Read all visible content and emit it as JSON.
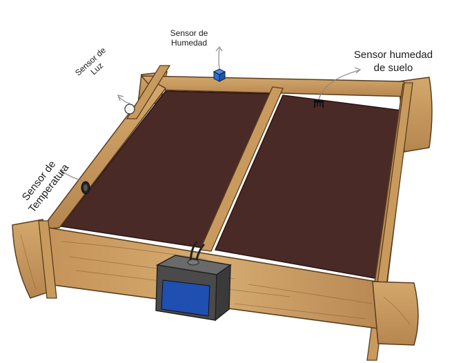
{
  "labels": {
    "humedad": [
      "Sensor de",
      "Humedad"
    ],
    "suelo": [
      "Sensor humedad",
      "de suelo"
    ],
    "luz": [
      "Sensor de",
      "Luz"
    ],
    "temperatura": [
      "Sensor de",
      "Temperatura"
    ]
  },
  "colors": {
    "soil": "#4a2a26",
    "wood": "#c89a5e",
    "wood_dark": "#8a6234",
    "box_body": "#4a4a4a",
    "box_screen": "#1f4fb0",
    "humidity_sensor": "#2a6fd6"
  }
}
